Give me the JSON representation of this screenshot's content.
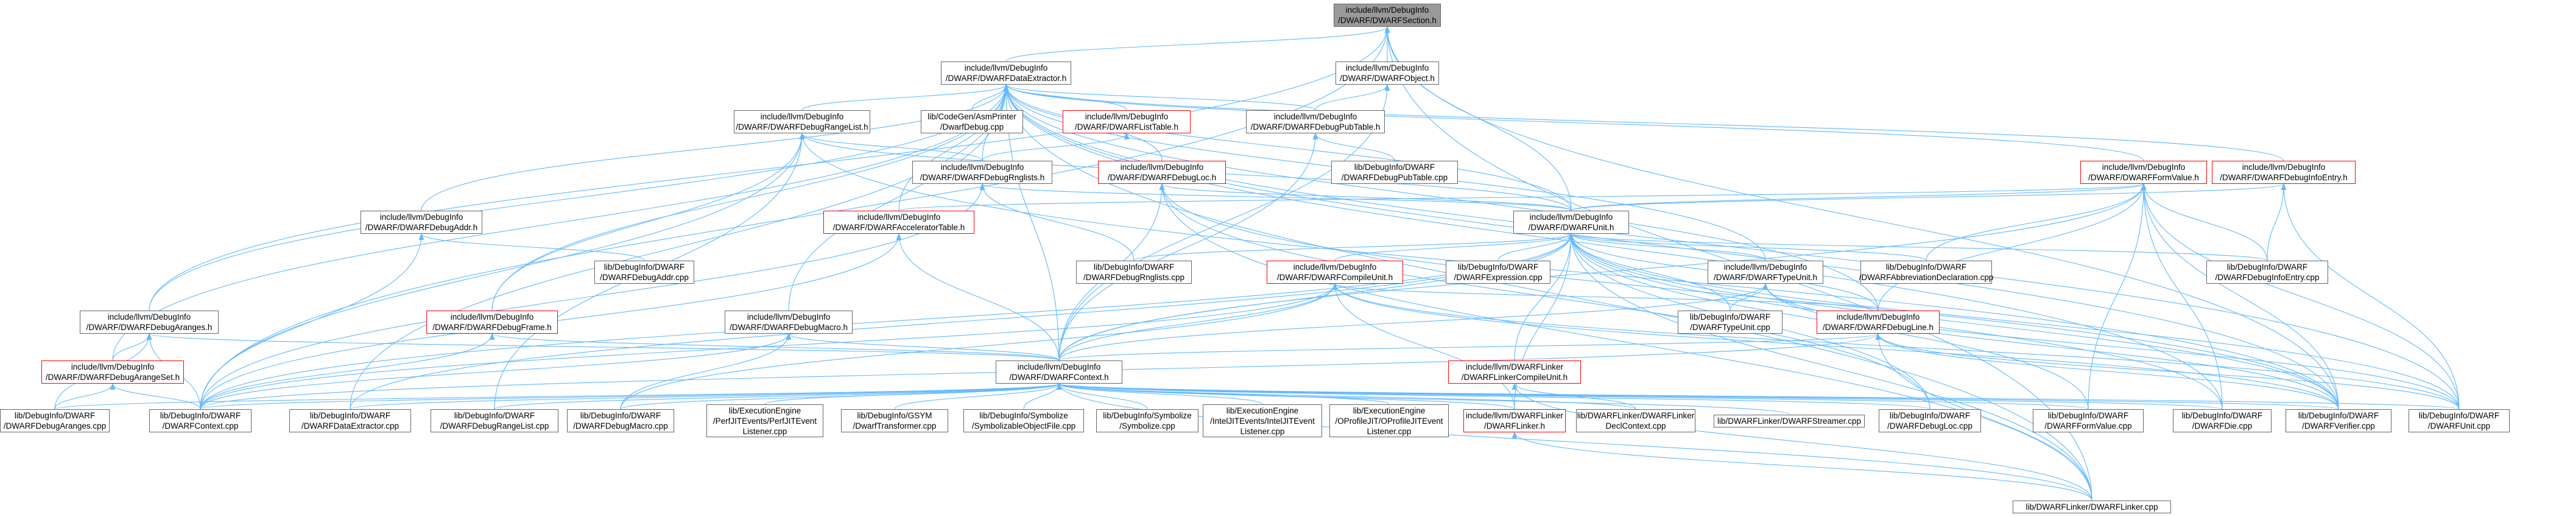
{
  "graph_title": "include/llvm/DebugInfo/DWARF/DWARFSection.h",
  "colors": {
    "edge": "#63B8FF",
    "root_fill": "#999999",
    "node_border": "#666666",
    "highlight_border": "#ff0000"
  },
  "nodes": [
    {
      "id": "root",
      "lines": [
        "include/llvm/DebugInfo",
        "/DWARF/DWARFSection.h"
      ],
      "kind": "root"
    },
    {
      "id": "dataext",
      "lines": [
        "include/llvm/DebugInfo",
        "/DWARF/DWARFDataExtractor.h"
      ],
      "kind": "normal"
    },
    {
      "id": "object",
      "lines": [
        "include/llvm/DebugInfo",
        "/DWARF/DWARFObject.h"
      ],
      "kind": "normal"
    },
    {
      "id": "rangelist",
      "lines": [
        "include/llvm/DebugInfo",
        "/DWARF/DWARFDebugRangeList.h"
      ],
      "kind": "normal"
    },
    {
      "id": "asmdwarf",
      "lines": [
        "lib/CodeGen/AsmPrinter",
        "/DwarfDebug.cpp"
      ],
      "kind": "normal"
    },
    {
      "id": "listtable",
      "lines": [
        "include/llvm/DebugInfo",
        "/DWARF/DWARFListTable.h"
      ],
      "kind": "red"
    },
    {
      "id": "pubtable_h",
      "lines": [
        "include/llvm/DebugInfo",
        "/DWARF/DWARFDebugPubTable.h"
      ],
      "kind": "normal"
    },
    {
      "id": "rnglists",
      "lines": [
        "include/llvm/DebugInfo",
        "/DWARF/DWARFDebugRnglists.h"
      ],
      "kind": "normal"
    },
    {
      "id": "loc_h",
      "lines": [
        "include/llvm/DebugInfo",
        "/DWARF/DWARFDebugLoc.h"
      ],
      "kind": "red"
    },
    {
      "id": "pubtable_cpp",
      "lines": [
        "lib/DebugInfo/DWARF",
        "/DWARFDebugPubTable.cpp"
      ],
      "kind": "normal"
    },
    {
      "id": "formvalue",
      "lines": [
        "include/llvm/DebugInfo",
        "/DWARF/DWARFFormValue.h"
      ],
      "kind": "red"
    },
    {
      "id": "infoentry",
      "lines": [
        "include/llvm/DebugInfo",
        "/DWARF/DWARFDebugInfoEntry.h"
      ],
      "kind": "red"
    },
    {
      "id": "addr_h",
      "lines": [
        "include/llvm/DebugInfo",
        "/DWARF/DWARFDebugAddr.h"
      ],
      "kind": "normal"
    },
    {
      "id": "acceltable",
      "lines": [
        "include/llvm/DebugInfo",
        "/DWARF/DWARFAcceleratorTable.h"
      ],
      "kind": "red"
    },
    {
      "id": "unit_h",
      "lines": [
        "include/llvm/DebugInfo",
        "/DWARF/DWARFUnit.h"
      ],
      "kind": "normal"
    },
    {
      "id": "addr_cpp",
      "lines": [
        "lib/DebugInfo/DWARF",
        "/DWARFDebugAddr.cpp"
      ],
      "kind": "normal"
    },
    {
      "id": "rnglists_cpp",
      "lines": [
        "lib/DebugInfo/DWARF",
        "/DWARFDebugRnglists.cpp"
      ],
      "kind": "normal"
    },
    {
      "id": "compileunit",
      "lines": [
        "include/llvm/DebugInfo",
        "/DWARF/DWARFCompileUnit.h"
      ],
      "kind": "red"
    },
    {
      "id": "expression",
      "lines": [
        "lib/DebugInfo/DWARF",
        "/DWARFExpression.cpp"
      ],
      "kind": "normal"
    },
    {
      "id": "typeunit_h",
      "lines": [
        "include/llvm/DebugInfo",
        "/DWARF/DWARFTypeUnit.h"
      ],
      "kind": "normal"
    },
    {
      "id": "abbrevdecl",
      "lines": [
        "lib/DebugInfo/DWARF",
        "/DWARFAbbreviationDeclaration.cpp"
      ],
      "kind": "normal"
    },
    {
      "id": "infoentry_cpp",
      "lines": [
        "lib/DebugInfo/DWARF",
        "/DWARFDebugInfoEntry.cpp"
      ],
      "kind": "normal"
    },
    {
      "id": "aranges_h",
      "lines": [
        "include/llvm/DebugInfo",
        "/DWARF/DWARFDebugAranges.h"
      ],
      "kind": "normal"
    },
    {
      "id": "frame_h",
      "lines": [
        "include/llvm/DebugInfo",
        "/DWARF/DWARFDebugFrame.h"
      ],
      "kind": "red"
    },
    {
      "id": "macro_h",
      "lines": [
        "include/llvm/DebugInfo",
        "/DWARF/DWARFDebugMacro.h"
      ],
      "kind": "normal"
    },
    {
      "id": "typeunit_cpp",
      "lines": [
        "lib/DebugInfo/DWARF",
        "/DWARFTypeUnit.cpp"
      ],
      "kind": "normal"
    },
    {
      "id": "line_h",
      "lines": [
        "include/llvm/DebugInfo",
        "/DWARF/DWARFDebugLine.h"
      ],
      "kind": "red"
    },
    {
      "id": "arangeset_h",
      "lines": [
        "include/llvm/DebugInfo",
        "/DWARF/DWARFDebugArangeSet.h"
      ],
      "kind": "red"
    },
    {
      "id": "context_h",
      "lines": [
        "include/llvm/DebugInfo",
        "/DWARF/DWARFContext.h"
      ],
      "kind": "normal"
    },
    {
      "id": "linkercu",
      "lines": [
        "include/llvm/DWARFLinker",
        "/DWARFLinkerCompileUnit.h"
      ],
      "kind": "red"
    },
    {
      "id": "aranges_cpp",
      "lines": [
        "lib/DebugInfo/DWARF",
        "/DWARFDebugAranges.cpp"
      ],
      "kind": "normal"
    },
    {
      "id": "context_cpp",
      "lines": [
        "lib/DebugInfo/DWARF",
        "/DWARFContext.cpp"
      ],
      "kind": "normal"
    },
    {
      "id": "dataext_cpp",
      "lines": [
        "lib/DebugInfo/DWARF",
        "/DWARFDataExtractor.cpp"
      ],
      "kind": "normal"
    },
    {
      "id": "rangelist_cpp",
      "lines": [
        "lib/DebugInfo/DWARF",
        "/DWARFDebugRangeList.cpp"
      ],
      "kind": "normal"
    },
    {
      "id": "macro_cpp",
      "lines": [
        "lib/DebugInfo/DWARF",
        "/DWARFDebugMacro.cpp"
      ],
      "kind": "normal"
    },
    {
      "id": "perfjit",
      "lines": [
        "lib/ExecutionEngine",
        "/PerfJITEvents/PerfJITEvent",
        "Listener.cpp"
      ],
      "kind": "normal"
    },
    {
      "id": "gsym",
      "lines": [
        "lib/DebugInfo/GSYM",
        "/DwarfTransformer.cpp"
      ],
      "kind": "normal"
    },
    {
      "id": "symobj",
      "lines": [
        "lib/DebugInfo/Symbolize",
        "/SymbolizableObjectFile.cpp"
      ],
      "kind": "normal"
    },
    {
      "id": "symbolize",
      "lines": [
        "lib/DebugInfo/Symbolize",
        "/Symbolize.cpp"
      ],
      "kind": "normal"
    },
    {
      "id": "inteljit",
      "lines": [
        "lib/ExecutionEngine",
        "/IntelJITEvents/IntelJITEvent",
        "Listener.cpp"
      ],
      "kind": "normal"
    },
    {
      "id": "oprofile",
      "lines": [
        "lib/ExecutionEngine",
        "/OProfileJIT/OProfileJITEvent",
        "Listener.cpp"
      ],
      "kind": "normal"
    },
    {
      "id": "linker_h",
      "lines": [
        "include/llvm/DWARFLinker",
        "/DWARFLinker.h"
      ],
      "kind": "red"
    },
    {
      "id": "linkerdecl",
      "lines": [
        "lib/DWARFLinker/DWARFLinker",
        "DeclContext.cpp"
      ],
      "kind": "normal"
    },
    {
      "id": "streamer",
      "lines": [
        "lib/DWARFLinker/DWARFStreamer.cpp"
      ],
      "kind": "normal"
    },
    {
      "id": "loc_cpp",
      "lines": [
        "lib/DebugInfo/DWARF",
        "/DWARFDebugLoc.cpp"
      ],
      "kind": "normal"
    },
    {
      "id": "formvalue_cpp",
      "lines": [
        "lib/DebugInfo/DWARF",
        "/DWARFFormValue.cpp"
      ],
      "kind": "normal"
    },
    {
      "id": "die_cpp",
      "lines": [
        "lib/DebugInfo/DWARF",
        "/DWARFDie.cpp"
      ],
      "kind": "normal"
    },
    {
      "id": "verifier_cpp",
      "lines": [
        "lib/DebugInfo/DWARF",
        "/DWARFVerifier.cpp"
      ],
      "kind": "normal"
    },
    {
      "id": "unit_cpp",
      "lines": [
        "lib/DebugInfo/DWARF",
        "/DWARFUnit.cpp"
      ],
      "kind": "normal"
    },
    {
      "id": "linker_cpp",
      "lines": [
        "lib/DWARFLinker/DWARFLinker.cpp"
      ],
      "kind": "normal"
    }
  ],
  "edges": [
    [
      "dataext",
      "root"
    ],
    [
      "object",
      "root"
    ],
    [
      "unit_h",
      "root"
    ],
    [
      "verifier_cpp",
      "root"
    ],
    [
      "context_cpp",
      "root"
    ],
    [
      "linker_cpp",
      "root"
    ],
    [
      "aranges_h",
      "root"
    ],
    [
      "rangelist",
      "dataext"
    ],
    [
      "asmdwarf",
      "dataext"
    ],
    [
      "listtable",
      "dataext"
    ],
    [
      "pubtable_h",
      "dataext"
    ],
    [
      "rnglists",
      "dataext"
    ],
    [
      "loc_h",
      "dataext"
    ],
    [
      "formvalue",
      "dataext"
    ],
    [
      "infoentry",
      "dataext"
    ],
    [
      "addr_h",
      "dataext"
    ],
    [
      "acceltable",
      "dataext"
    ],
    [
      "unit_h",
      "dataext"
    ],
    [
      "aranges_h",
      "dataext"
    ],
    [
      "frame_h",
      "dataext"
    ],
    [
      "macro_h",
      "dataext"
    ],
    [
      "context_h",
      "dataext"
    ],
    [
      "dataext_cpp",
      "dataext"
    ],
    [
      "linker_cpp",
      "dataext"
    ],
    [
      "unit_cpp",
      "dataext"
    ],
    [
      "die_cpp",
      "dataext"
    ],
    [
      "verifier_cpp",
      "dataext"
    ],
    [
      "line_h",
      "dataext"
    ],
    [
      "arangeset_h",
      "dataext"
    ],
    [
      "typeunit_h",
      "dataext"
    ],
    [
      "pubtable_h",
      "object"
    ],
    [
      "context_h",
      "object"
    ],
    [
      "rnglists",
      "rangelist"
    ],
    [
      "unit_h",
      "rangelist"
    ],
    [
      "context_cpp",
      "rangelist"
    ],
    [
      "rangelist_cpp",
      "rangelist"
    ],
    [
      "frame_h",
      "rangelist"
    ],
    [
      "verifier_cpp",
      "rangelist"
    ],
    [
      "rnglists",
      "listtable"
    ],
    [
      "pubtable_cpp",
      "pubtable_h"
    ],
    [
      "context_h",
      "pubtable_h"
    ],
    [
      "unit_h",
      "rnglists"
    ],
    [
      "rnglists_cpp",
      "rnglists"
    ],
    [
      "context_cpp",
      "rnglists"
    ],
    [
      "unit_h",
      "loc_h"
    ],
    [
      "context_h",
      "loc_h"
    ],
    [
      "loc_cpp",
      "loc_h"
    ],
    [
      "verifier_cpp",
      "loc_h"
    ],
    [
      "linker_cpp",
      "loc_h"
    ],
    [
      "unit_h",
      "formvalue"
    ],
    [
      "abbrevdecl",
      "formvalue"
    ],
    [
      "infoentry_cpp",
      "formvalue"
    ],
    [
      "formvalue_cpp",
      "formvalue"
    ],
    [
      "die_cpp",
      "formvalue"
    ],
    [
      "verifier_cpp",
      "formvalue"
    ],
    [
      "unit_cpp",
      "formvalue"
    ],
    [
      "line_h",
      "formvalue"
    ],
    [
      "context_h",
      "formvalue"
    ],
    [
      "acceltable",
      "formvalue"
    ],
    [
      "unit_h",
      "infoentry"
    ],
    [
      "infoentry_cpp",
      "infoentry"
    ],
    [
      "unit_cpp",
      "infoentry"
    ],
    [
      "addr_cpp",
      "addr_h"
    ],
    [
      "context_cpp",
      "addr_h"
    ],
    [
      "context_h",
      "acceltable"
    ],
    [
      "context_cpp",
      "acceltable"
    ],
    [
      "rnglists_cpp",
      "unit_h"
    ],
    [
      "compileunit",
      "unit_h"
    ],
    [
      "expression",
      "unit_h"
    ],
    [
      "typeunit_h",
      "unit_h"
    ],
    [
      "abbrevdecl",
      "unit_h"
    ],
    [
      "infoentry_cpp",
      "unit_h"
    ],
    [
      "context_h",
      "unit_h"
    ],
    [
      "linkercu",
      "unit_h"
    ],
    [
      "linker_h",
      "unit_h"
    ],
    [
      "typeunit_cpp",
      "unit_h"
    ],
    [
      "line_h",
      "unit_h"
    ],
    [
      "loc_cpp",
      "unit_h"
    ],
    [
      "formvalue_cpp",
      "unit_h"
    ],
    [
      "die_cpp",
      "unit_h"
    ],
    [
      "verifier_cpp",
      "unit_h"
    ],
    [
      "unit_cpp",
      "unit_h"
    ],
    [
      "context_cpp",
      "unit_h"
    ],
    [
      "dataext_cpp",
      "unit_h"
    ],
    [
      "linker_cpp",
      "unit_h"
    ],
    [
      "context_h",
      "compileunit"
    ],
    [
      "context_cpp",
      "compileunit"
    ],
    [
      "linker_h",
      "compileunit"
    ],
    [
      "line_h",
      "compileunit"
    ],
    [
      "unit_cpp",
      "compileunit"
    ],
    [
      "verifier_cpp",
      "compileunit"
    ],
    [
      "macro_cpp",
      "compileunit"
    ],
    [
      "context_h",
      "typeunit_h"
    ],
    [
      "typeunit_cpp",
      "typeunit_h"
    ],
    [
      "unit_cpp",
      "typeunit_h"
    ],
    [
      "verifier_cpp",
      "typeunit_h"
    ],
    [
      "arangeset_h",
      "aranges_h"
    ],
    [
      "context_h",
      "aranges_h"
    ],
    [
      "aranges_cpp",
      "aranges_h"
    ],
    [
      "context_cpp",
      "aranges_h"
    ],
    [
      "context_h",
      "frame_h"
    ],
    [
      "context_cpp",
      "frame_h"
    ],
    [
      "context_h",
      "macro_h"
    ],
    [
      "macro_cpp",
      "macro_h"
    ],
    [
      "context_cpp",
      "macro_h"
    ],
    [
      "context_h",
      "line_h"
    ],
    [
      "context_cpp",
      "line_h"
    ],
    [
      "verifier_cpp",
      "line_h"
    ],
    [
      "unit_cpp",
      "line_h"
    ],
    [
      "linker_cpp",
      "line_h"
    ],
    [
      "aranges_cpp",
      "arangeset_h"
    ],
    [
      "context_cpp",
      "arangeset_h"
    ],
    [
      "aranges_cpp",
      "context_h"
    ],
    [
      "context_cpp",
      "context_h"
    ],
    [
      "dataext_cpp",
      "context_h"
    ],
    [
      "rangelist_cpp",
      "context_h"
    ],
    [
      "macro_cpp",
      "context_h"
    ],
    [
      "perfjit",
      "context_h"
    ],
    [
      "gsym",
      "context_h"
    ],
    [
      "symobj",
      "context_h"
    ],
    [
      "symbolize",
      "context_h"
    ],
    [
      "inteljit",
      "context_h"
    ],
    [
      "oprofile",
      "context_h"
    ],
    [
      "linker_h",
      "context_h"
    ],
    [
      "linkerdecl",
      "context_h"
    ],
    [
      "streamer",
      "context_h"
    ],
    [
      "loc_cpp",
      "context_h"
    ],
    [
      "formvalue_cpp",
      "context_h"
    ],
    [
      "die_cpp",
      "context_h"
    ],
    [
      "verifier_cpp",
      "context_h"
    ],
    [
      "unit_cpp",
      "context_h"
    ],
    [
      "linker_cpp",
      "context_h"
    ],
    [
      "linker_cpp",
      "linker_h"
    ],
    [
      "linker_cpp",
      "linkercu"
    ],
    [
      "linkerdecl",
      "linkercu"
    ]
  ]
}
